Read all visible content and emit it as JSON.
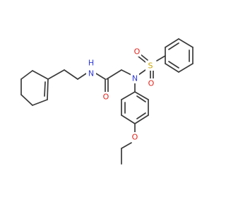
{
  "molecule": {
    "atoms": {
      "amide_nitrogen": {
        "symbol": "N",
        "hydrogen": "H",
        "color": "#2f3ad8"
      },
      "carbonyl_oxygen": {
        "symbol": "O",
        "color": "#e0241b"
      },
      "sulfonamide_nitrogen": {
        "symbol": "N",
        "color": "#2f3ad8"
      },
      "sulfur": {
        "symbol": "S",
        "color": "#c8a400"
      },
      "sulfonyl_oxygen_left": {
        "symbol": "O",
        "color": "#e0241b"
      },
      "sulfonyl_oxygen_right": {
        "symbol": "O",
        "color": "#e0241b"
      },
      "ether_oxygen": {
        "symbol": "O",
        "color": "#e0241b"
      }
    },
    "bond_color": "#3a3a3a"
  }
}
